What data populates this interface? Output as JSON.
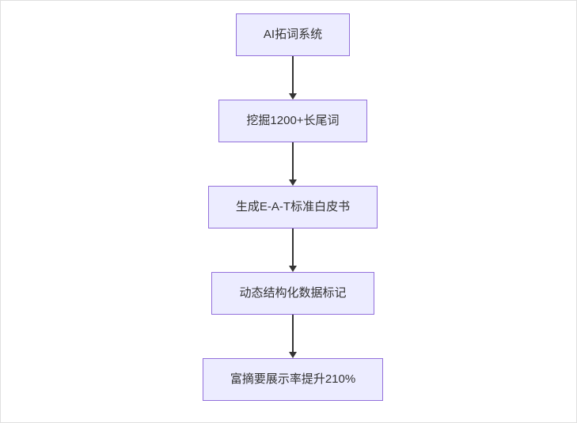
{
  "diagram": {
    "type": "flowchart",
    "direction": "top-down",
    "nodes": [
      {
        "id": "A",
        "label": "AI拓词系统"
      },
      {
        "id": "B",
        "label": "挖掘1200+长尾词"
      },
      {
        "id": "C",
        "label": "生成E-A-T标准白皮书"
      },
      {
        "id": "D",
        "label": "动态结构化数据标记"
      },
      {
        "id": "E",
        "label": "富摘要展示率提升210%"
      }
    ],
    "edges": [
      {
        "from": "A",
        "to": "B"
      },
      {
        "from": "B",
        "to": "C"
      },
      {
        "from": "C",
        "to": "D"
      },
      {
        "from": "D",
        "to": "E"
      }
    ],
    "colors": {
      "node_fill": "#ececff",
      "node_border": "#9370db",
      "text": "#333333",
      "arrow": "#333333",
      "background": "#ffffff"
    }
  }
}
